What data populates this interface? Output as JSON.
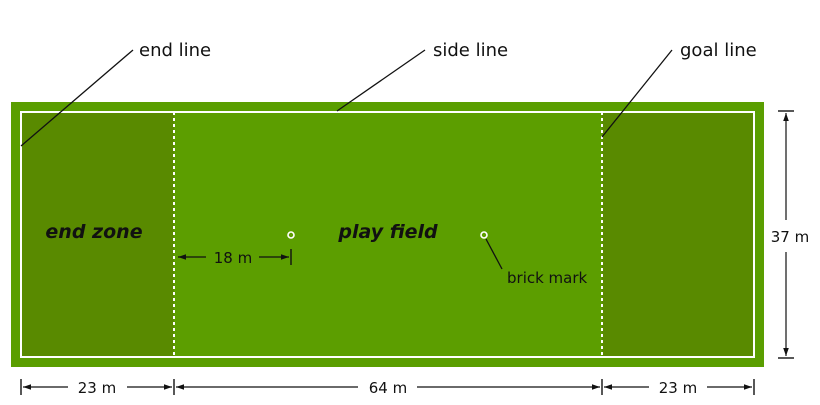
{
  "labels": {
    "end_line": "end line",
    "side_line": "side line",
    "goal_line": "goal line",
    "end_zone": "end zone",
    "play_field": "play field",
    "brick_mark": "brick mark"
  },
  "dimensions": {
    "brick_distance": "18 m",
    "field_width": "37 m",
    "end_zone_left_length": "23 m",
    "play_field_length": "64 m",
    "end_zone_right_length": "23 m"
  },
  "colors": {
    "outer_border": "#5a9e00",
    "end_zone": "#598a00",
    "play_field": "#5c9e00",
    "lines": "#ffffff",
    "text": "#111111"
  }
}
